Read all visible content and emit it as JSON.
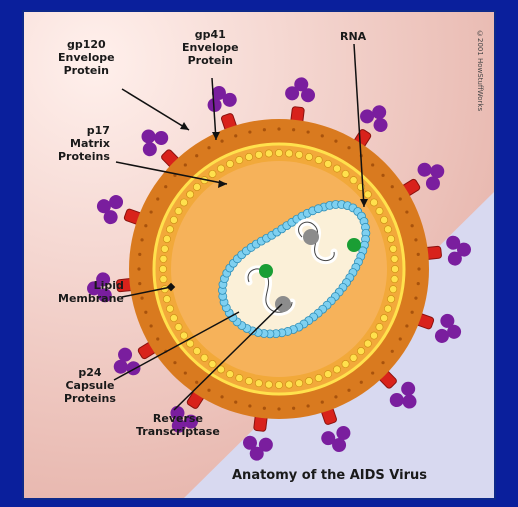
{
  "title": "Anatomy of the AIDS Virus",
  "copyright": "©2001 HowStuffWorks",
  "labels": {
    "gp120": [
      "gp120",
      "Envelope",
      "Protein"
    ],
    "gp41": [
      "gp41",
      "Envelope",
      "Protein"
    ],
    "rna": [
      "RNA"
    ],
    "p17": [
      "p17",
      "Matrix",
      "Proteins"
    ],
    "lipid": [
      "Lipid",
      "Membrane"
    ],
    "p24": [
      "p24",
      "Capsule",
      "Proteins"
    ],
    "rt": [
      "Reverse",
      "Transcriptase"
    ]
  },
  "colors": {
    "background_pink": "#f2d6cf",
    "lavender_corner": "#d8d9f0",
    "outer_ring": "#d97a1f",
    "matrix_ring": "#f2a93a",
    "yellow_dots": "#ffe14d",
    "capsid_inner": "#f6b25a",
    "capsule_beads": "#7fd0f0",
    "core": "#fbf0d8",
    "gp41_red": "#d8221b",
    "gp120_purple": "#7a1e9e",
    "enzyme_green": "#1a9e34",
    "enzyme_gray": "#8c8c8c",
    "page_blue": "#0a1f9c"
  }
}
